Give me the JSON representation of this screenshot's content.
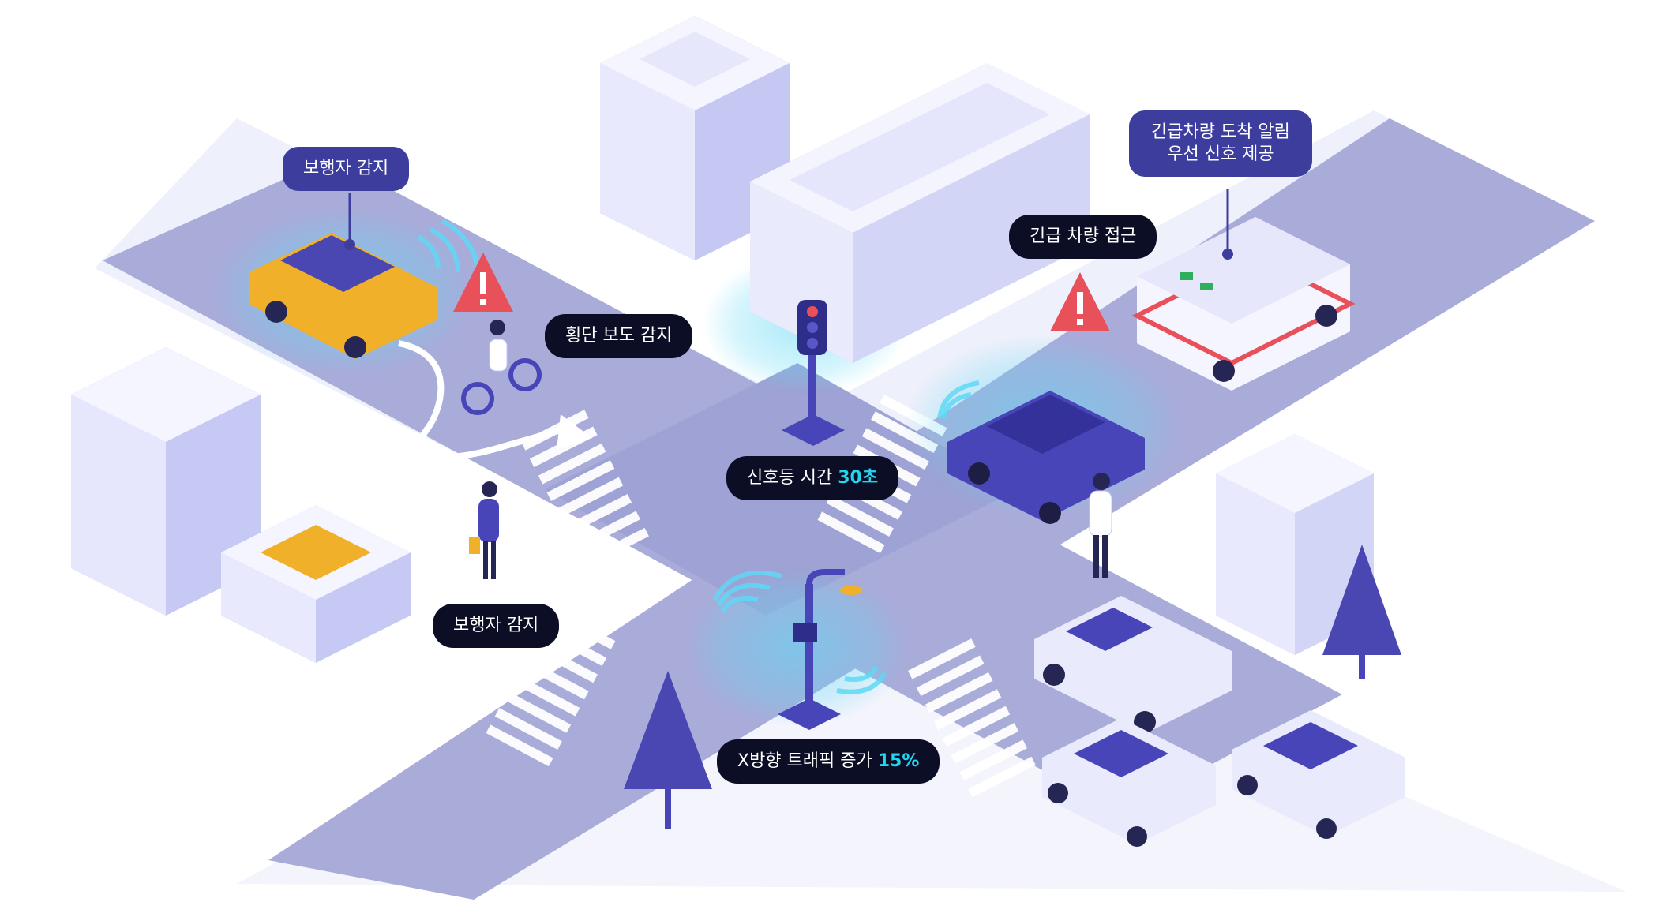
{
  "colors": {
    "road": "#a8abd8",
    "ground": "#eeeffb",
    "building": "#e4e5fb",
    "building_side": "#b8bbef",
    "accent_dark": "#0b0e24",
    "accent_purple": "#3d3d9e",
    "highlight": "#22d6f0",
    "sensor_glow": "#5fd8f5",
    "taxi": "#f6c235",
    "warning": "#e8515a",
    "vehicle_blue": "#4745b8"
  },
  "icons": {
    "warning_a": "warning-triangle-icon",
    "warning_b": "warning-triangle-icon"
  },
  "labels": {
    "pedestrian_top": "보행자 감지",
    "crosswalk": "횡단 보도 감지",
    "emergency_approach": "긴급 차량 접근",
    "emergency_alert_line1": "긴급차량 도착 알림",
    "emergency_alert_line2": "우선 신호 제공",
    "signal_time_prefix": "신호등 시간 ",
    "signal_time_value": "30초",
    "pedestrian_bottom": "보행자 감지",
    "traffic_prefix": "X방향 트래픽 증가 ",
    "traffic_value": "15%"
  }
}
